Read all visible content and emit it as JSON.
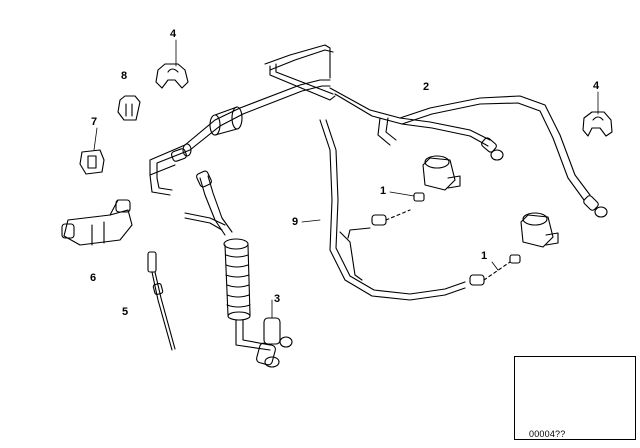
{
  "callouts": {
    "c1a": "1",
    "c1b": "1",
    "c2": "2",
    "c3": "3",
    "c4a": "4",
    "c4b": "4",
    "c5": "5",
    "c6": "6",
    "c7": "7",
    "c8": "8",
    "c9": "9"
  },
  "thumbnail": {
    "code": "00004??"
  },
  "colors": {
    "line": "#000000",
    "background": "#ffffff"
  }
}
